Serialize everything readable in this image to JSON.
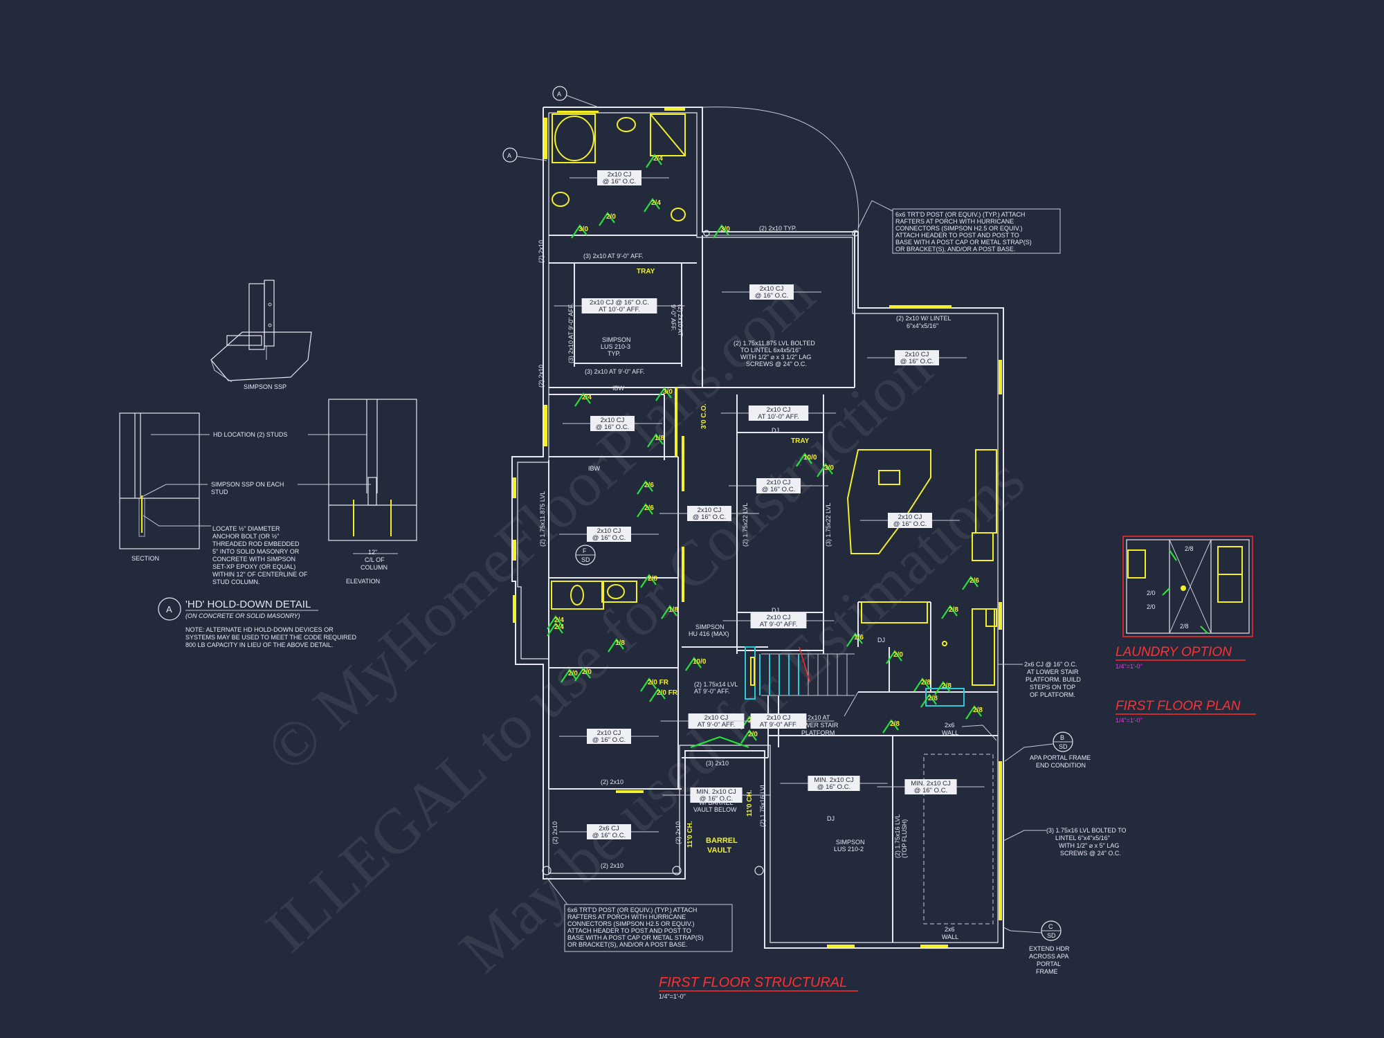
{
  "drawing": {
    "watermark_1": "© MyHomeFloorPlans.com",
    "watermark_2": "ILLEGAL to use for Construction",
    "watermark_3": "May be used for Estimations",
    "titles": {
      "main_title": "FIRST FLOOR STRUCTURAL",
      "main_scale": "1/4\"=1'-0\"",
      "laundry_title": "LAUNDRY OPTION",
      "laundry_scale": "1/4\"=1'-0\"",
      "plan_title": "FIRST FLOOR PLAN",
      "plan_scale": "1/4\"=1'-0\""
    },
    "hd_detail": {
      "bubble": "A",
      "title": "'HD' HOLD-DOWN DETAIL",
      "subtitle": "(ON CONCRETE OR SOLID MASONRY)",
      "note": [
        "NOTE: ALTERNATE HD HOLD-DOWN DEVICES OR",
        "SYSTEMS MAY BE USED TO MEET THE CODE REQUIRED",
        "800 LB CAPACITY IN LIEU OF THE ABOVE DETAIL."
      ],
      "ssp_label": "SIMPSON SSP",
      "hd_location": "HD LOCATION (2) STUDS",
      "ssp_each_stud": [
        "SIMPSON SSP ON EACH",
        "STUD"
      ],
      "anchor_note": [
        "LOCATE ½\" DIAMETER",
        "ANCHOR BOLT (OR ½\"",
        "THREADED ROD EMBEDDED",
        "5\" INTO SOLID MASONRY OR",
        "CONCRETE WITH SIMPSON",
        "SET-XP EPOXY (OR EQUAL)",
        "WITHIN 12\" OF CENTERLINE OF",
        "STUD COLUMN."
      ],
      "section_label": "SECTION",
      "elevation_label": "ELEVATION",
      "dim_label": [
        "12\"",
        "C/L OF",
        "COLUMN"
      ]
    },
    "callouts": {
      "porch_note_top": [
        "6x6 TRT'D POST (OR EQUIV.) (TYP.) ATTACH",
        "RAFTERS AT PORCH WITH HURRICANE",
        "CONNECTORS (SIMPSON H2.5 OR EQUIV.)",
        "ATTACH HEADER TO POST AND POST TO",
        "BASE WITH A POST CAP OR METAL STRAP(S)",
        "OR BRACKET(S), AND/OR A POST BASE."
      ],
      "porch_note_bottom": [
        "6x6 TRT'D POST (OR EQUIV.) (TYP.) ATTACH",
        "RAFTERS AT PORCH WITH HURRICANE",
        "CONNECTORS (SIMPSON H2.5 OR EQUIV.)",
        "ATTACH HEADER TO POST AND POST TO",
        "BASE WITH A POST CAP OR METAL STRAP(S)",
        "OR BRACKET(S), AND/OR A POST BASE."
      ],
      "cj_note": [
        "2x6 CJ @ 16\" O.C.",
        "AT LOWER STAIR",
        "PLATFORM. BUILD",
        "STEPS ON TOP",
        "OF PLATFORM."
      ],
      "apa_note": [
        "APA PORTAL FRAME",
        "END CONDITION"
      ],
      "lvl_note": [
        "(3) 1.75x16 LVL BOLTED TO",
        "LINTEL 6\"x4\"x5/16\"",
        "WITH 1/2\" ⌀ x 5\" LAG",
        "SCREWS @ 24\" O.C."
      ],
      "extend_note": [
        "EXTEND HDR",
        "ACROSS APA",
        "PORTAL",
        "FRAME"
      ],
      "wall_2x6_a": [
        "2x6",
        "WALL"
      ],
      "wall_2x6_b": [
        "2x6",
        "WALL"
      ],
      "lower_stair": [
        "2x10 AT",
        "LOWER STAIR",
        "PLATFORM"
      ],
      "bubble_b": [
        "B",
        "SD"
      ],
      "bubble_c": [
        "C",
        "SD"
      ],
      "bubble_f": [
        "F",
        "SD"
      ],
      "bubble_a": "A"
    },
    "beams": {
      "b1": "(2) 2x10 TYP.",
      "b2": "(3) 2x10 AT 9'-0\" AFF.",
      "b3": "(3) 2x10 AT 9'-0\" AFF.",
      "b4": "(2) 2x10 W/ LINTEL",
      "b4b": "6\"x4\"x5/16\"",
      "b5": [
        "(2) 1.75x11.875 LVL BOLTED",
        "TO LINTEL 6x4x5/16\"",
        "WITH 1/2\" ⌀ x 3 1/2\" LAG",
        "SCREWS @ 24\" O.C."
      ],
      "simpson_lus": [
        "SIMPSON",
        "LUS 210-3",
        "TYP."
      ],
      "simpson_hu": [
        "SIMPSON",
        "HU 416 (MAX)"
      ],
      "simpson_lus2": [
        "SIMPSON",
        "LUS 210-2"
      ],
      "lvl_14": [
        "(2) 1.75x14 LVL",
        "AT 9'-0\" AFF."
      ],
      "barrel": [
        "BARREL",
        "VAULT"
      ],
      "barrel_note": [
        "W/ BARREL",
        "VAULT BELOW"
      ],
      "tray1": "TRAY",
      "tray2": "TRAY",
      "ibw1": "IBW",
      "ibw2": "IBW",
      "dj1": "DJ",
      "dj2": "DJ",
      "dj3": "DJ",
      "dj4": "DJ",
      "b_2x10_a": "(2) 2x10",
      "b_2x10_b": "(2) 2x10",
      "b_2x10_c": "(2) 2x10",
      "b_2x10_d": "(2) 2x10",
      "b_2x10_e": "(2) 2x10",
      "b_2x10_f": "(2) 2x10",
      "lvl_v1": "(2) 1.75x11.875 LVL",
      "lvl_v2": "(2) 1.75x22 LVL",
      "lvl_v3": "(3) 1.75x22 LVL",
      "lvl_v4": "(2) 1.75x16 LVL",
      "lvl_v4b": "(TOP FLUSH)",
      "lvl_v5": "(2) 1.75x16 LVL",
      "ch1": "11'0 CH.",
      "ch2": "11'0 CH.",
      "ch3": "3'0 C.O.",
      "at9": [
        "(2) 2x10 AT",
        "9'-0\" AFF."
      ],
      "at9b": "(3) 2x10 AT 9'-0\" AFF.",
      "j_3x2": "(3) 2x10"
    },
    "joists": [
      {
        "l1": "2x10 CJ",
        "l2": "@ 16\" O.C."
      },
      {
        "l1": "2x10 CJ",
        "l2": "@ 16\" O.C."
      },
      {
        "l1": "2x10 CJ @ 16\" O.C.",
        "l2": "AT 10'-0\" AFF."
      },
      {
        "l1": "2x10 CJ",
        "l2": "@ 16\" O.C."
      },
      {
        "l1": "2x10 CJ",
        "l2": "@ 16\" O.C."
      },
      {
        "l1": "2x10 CJ",
        "l2": "AT 10'-0\" AFF."
      },
      {
        "l1": "2x10 CJ",
        "l2": "@ 16\" O.C."
      },
      {
        "l1": "2x10 CJ",
        "l2": "@ 16\" O.C."
      },
      {
        "l1": "2x10 CJ",
        "l2": "@ 16\" O.C."
      },
      {
        "l1": "2x10 CJ",
        "l2": "AT 9'-0\" AFF."
      },
      {
        "l1": "2x10 CJ",
        "l2": "AT 9'-0\" AFF."
      },
      {
        "l1": "2x10 CJ",
        "l2": "@ 16\" O.C."
      },
      {
        "l1": "2x10 CJ",
        "l2": "AT 9'-0\" AFF."
      },
      {
        "l1": "MIN. 2x10 CJ",
        "l2": "@ 16\" O.C."
      },
      {
        "l1": "MIN. 2x10 CJ",
        "l2": "@ 16\" O.C."
      },
      {
        "l1": "MIN. 2x10 CJ",
        "l2": "@ 16\" O.C."
      },
      {
        "l1": "2x6 CJ",
        "l2": "@ 16\" O.C."
      },
      {
        "l1": "2x10 CJ",
        "l2": "@ 16\" O.C."
      }
    ],
    "doors": [
      "3/0",
      "2/0",
      "2/4",
      "2/4",
      "3/0",
      "2/4",
      "3/0",
      "1/8",
      "2/6",
      "2/6",
      "2/8",
      "1/8",
      "2/4",
      "2/4",
      "2/0",
      "2/0",
      "1/8",
      "2/0 FR",
      "2/0 FR",
      "2/0",
      "2/0",
      "1/6",
      "2/0",
      "2/8",
      "2/8",
      "2/6",
      "2/8",
      "2/8",
      "2/8",
      "10/0",
      "10/0",
      "3/0",
      "2/8"
    ],
    "colors": {
      "background": "#232a3c",
      "wall": "#e8e8f0",
      "window": "#f3f02a",
      "door": "#27e23a",
      "title": "#ff3030",
      "scale": "#e03ce0"
    }
  }
}
